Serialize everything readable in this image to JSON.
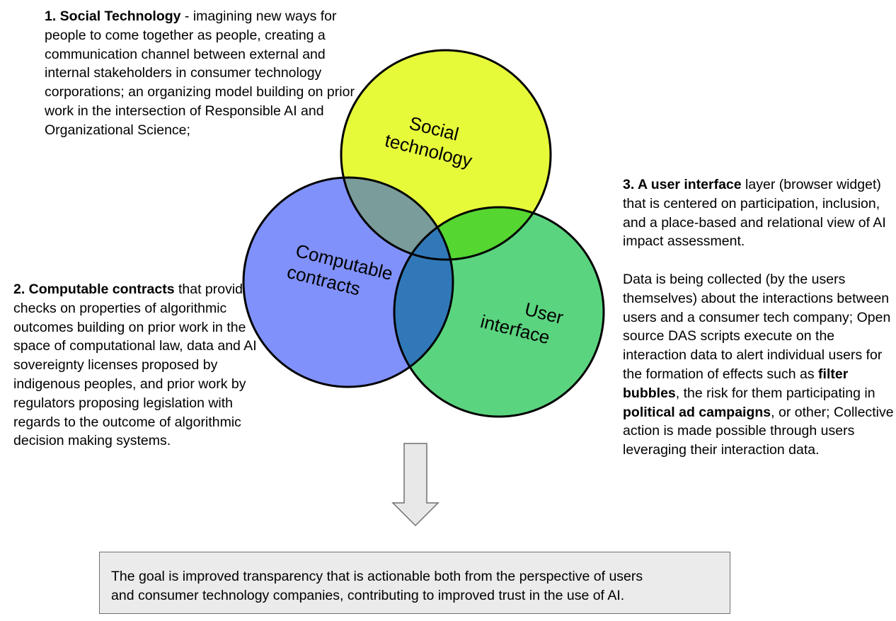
{
  "social": {
    "heading": "1. Social Technology",
    "body": " - imagining new ways for people to come together as people, creating a communication channel between external and internal stakeholders in consumer technology corporations; an organizing model building on prior work in the intersection of Responsible AI and Organizational Science;"
  },
  "contracts": {
    "heading": "2. Computable contracts",
    "body": " that provide checks on properties of algorithmic outcomes building on prior work in the space of computational law, data and AI sovereignty licenses proposed by indigenous peoples, and prior work by regulators proposing legislation with regards to the outcome of algorithmic decision making systems."
  },
  "ui": {
    "heading": "3. A user interface",
    "body": " layer (browser widget) that is centered on participation, inclusion, and a place-based and relational view of AI impact assessment.",
    "data_text_1": "Data is being collected (by the users themselves) about the interactions between users and a consumer tech company; Open source DAS scripts execute on the interaction data to alert individual users for the formation of effects such as ",
    "filter_bubbles": "filter bubbles",
    "data_text_2": ", the risk for them participating in ",
    "political_ad": "political ad campaigns",
    "data_text_3": ", or other; Collective action is made possible through users leveraging their interaction data."
  },
  "venn": {
    "social_line1": "Social",
    "social_line2": "technology",
    "contracts_line1": "Computable",
    "contracts_line2": "contracts",
    "ui_line1": "User",
    "ui_line2": "interface",
    "colors": {
      "social": "#e6fa3a",
      "contracts": "#8091fb",
      "ui": "#5bd47f",
      "social_contracts": "#7a9c9a",
      "social_ui": "#55d631",
      "contracts_ui": "#3178b8",
      "outline": "#000000"
    }
  },
  "arrow": {
    "icon": "down-arrow-icon",
    "fill": "#e8e8e8",
    "stroke": "#707070"
  },
  "goal": {
    "line1": "The goal is improved transparency that is actionable both from the perspective of users",
    "line2": "and consumer technology companies, contributing to improved trust in the use of AI."
  }
}
